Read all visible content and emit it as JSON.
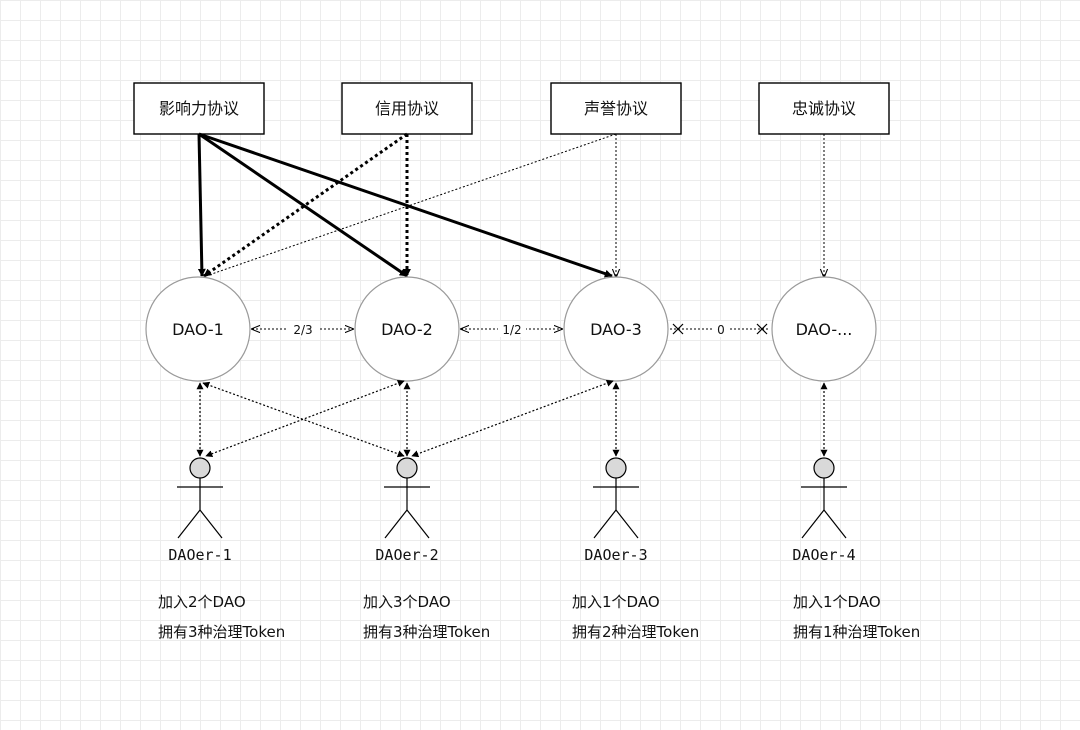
{
  "protocols": [
    {
      "id": "influence",
      "label": "影响力协议"
    },
    {
      "id": "credit",
      "label": "信用协议"
    },
    {
      "id": "reputation",
      "label": "声誉协议"
    },
    {
      "id": "loyalty",
      "label": "忠诚协议"
    }
  ],
  "daos": [
    {
      "id": "dao1",
      "label": "DAO-1"
    },
    {
      "id": "dao2",
      "label": "DAO-2"
    },
    {
      "id": "dao3",
      "label": "DAO-3"
    },
    {
      "id": "dao4",
      "label": "DAO-..."
    }
  ],
  "dao_links": [
    {
      "label": "2/3"
    },
    {
      "label": "1/2"
    },
    {
      "label": "0"
    }
  ],
  "daoers": [
    {
      "label": "DAOer-1",
      "line1": "加入2个DAO",
      "line2": "拥有3种治理Token"
    },
    {
      "label": "DAOer-2",
      "line1": "加入3个DAO",
      "line2": "拥有3种治理Token"
    },
    {
      "label": "DAOer-3",
      "line1": "加入1个DAO",
      "line2": "拥有2种治理Token"
    },
    {
      "label": "DAOer-4",
      "line1": "加入1个DAO",
      "line2": "拥有1种治理Token"
    }
  ],
  "colors": {
    "stroke": "#000000",
    "circle_stroke": "#9a9a9a",
    "actor_head": "#d9d9d9",
    "box_fill": "#ffffff"
  }
}
